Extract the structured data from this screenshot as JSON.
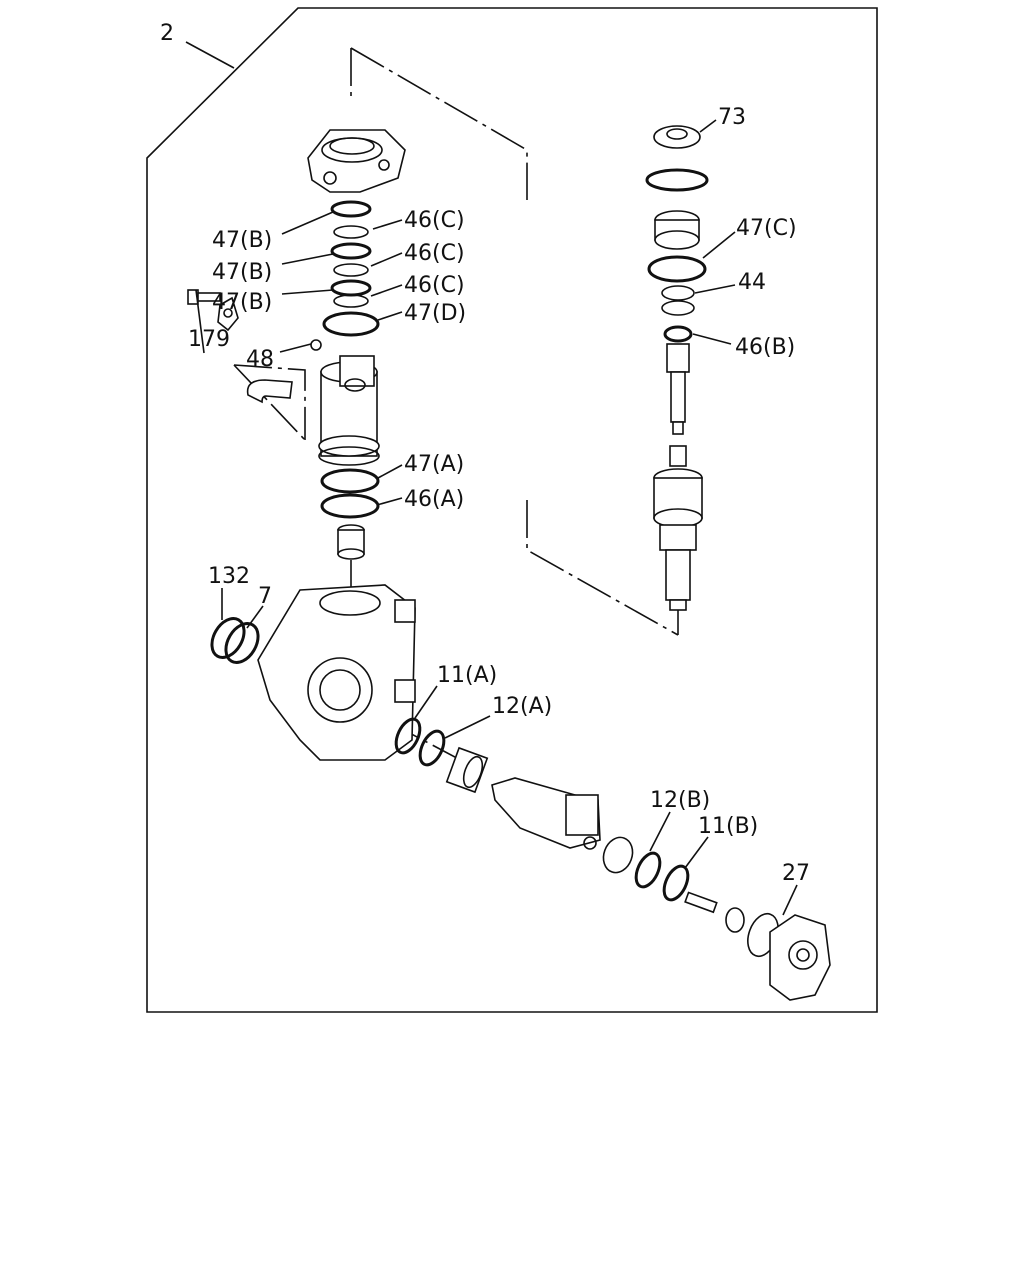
{
  "callouts": {
    "c2": "2",
    "c73": "73",
    "c47C": "47(C)",
    "c44": "44",
    "c46B": "46(B)",
    "c46C_1": "46(C)",
    "c46C_2": "46(C)",
    "c46C_3": "46(C)",
    "c47D": "47(D)",
    "c47B_1": "47(B)",
    "c47B_2": "47(B)",
    "c47B_3": "47(B)",
    "c179": "179",
    "c48": "48",
    "c47A": "47(A)",
    "c46A": "46(A)",
    "c132": "132",
    "c7": "7",
    "c11A": "11(A)",
    "c12A": "12(A)",
    "c12B": "12(B)",
    "c11B": "11(B)",
    "c27": "27"
  }
}
